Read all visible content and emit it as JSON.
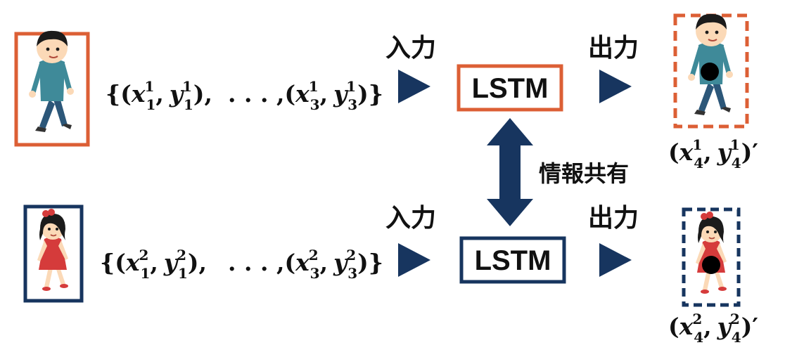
{
  "colors": {
    "orange": "#dc5f35",
    "navy": "#17355f",
    "arrow": "#17355f",
    "shirt_boy": "#3f8a99",
    "pants_boy": "#2c5779",
    "dress_girl": "#d53b3b",
    "skin": "#fbd9b7",
    "hair": "#1b1b1b"
  },
  "rows": [
    {
      "person_icon": "boy-walking-icon",
      "input_label": "入力",
      "output_label": "出力",
      "model_label": "LSTM",
      "sequence": {
        "open": "{(",
        "x1_base": "x",
        "x1_sup": "1",
        "x1_sub": "1",
        "comma1": ",",
        "y1_base": "y",
        "y1_sup": "1",
        "y1_sub": "1",
        "close1": "),",
        "dots": ". . . ,",
        "open2": "(",
        "x3_base": "x",
        "x3_sup": "1",
        "x3_sub": "3",
        "comma2": ",",
        "y3_base": "y",
        "y3_sup": "1",
        "y3_sub": "3",
        "close": ")}"
      },
      "prediction": {
        "open": "(",
        "x_base": "x",
        "x_sup": "1",
        "x_sub": "4",
        "comma": ",",
        "y_base": "y",
        "y_sup": "1",
        "y_sub": "4",
        "close": ")′"
      }
    },
    {
      "person_icon": "girl-walking-icon",
      "input_label": "入力",
      "output_label": "出力",
      "model_label": "LSTM",
      "sequence": {
        "open": "{(",
        "x1_base": "x",
        "x1_sup": "2",
        "x1_sub": "1",
        "comma1": ",",
        "y1_base": "y",
        "y1_sup": "2",
        "y1_sub": "1",
        "close1": "),",
        "dots": ". . . ,",
        "open2": "(",
        "x3_base": "x",
        "x3_sup": "2",
        "x3_sub": "3",
        "comma2": ",",
        "y3_base": "y",
        "y3_sup": "2",
        "y3_sub": "3",
        "close": ")}"
      },
      "prediction": {
        "open": "(",
        "x_base": "x",
        "x_sup": "2",
        "x_sub": "4",
        "comma": ",",
        "y_base": "y",
        "y_sup": "2",
        "y_sub": "4",
        "close": ")′"
      }
    }
  ],
  "share_label": "情報共有"
}
